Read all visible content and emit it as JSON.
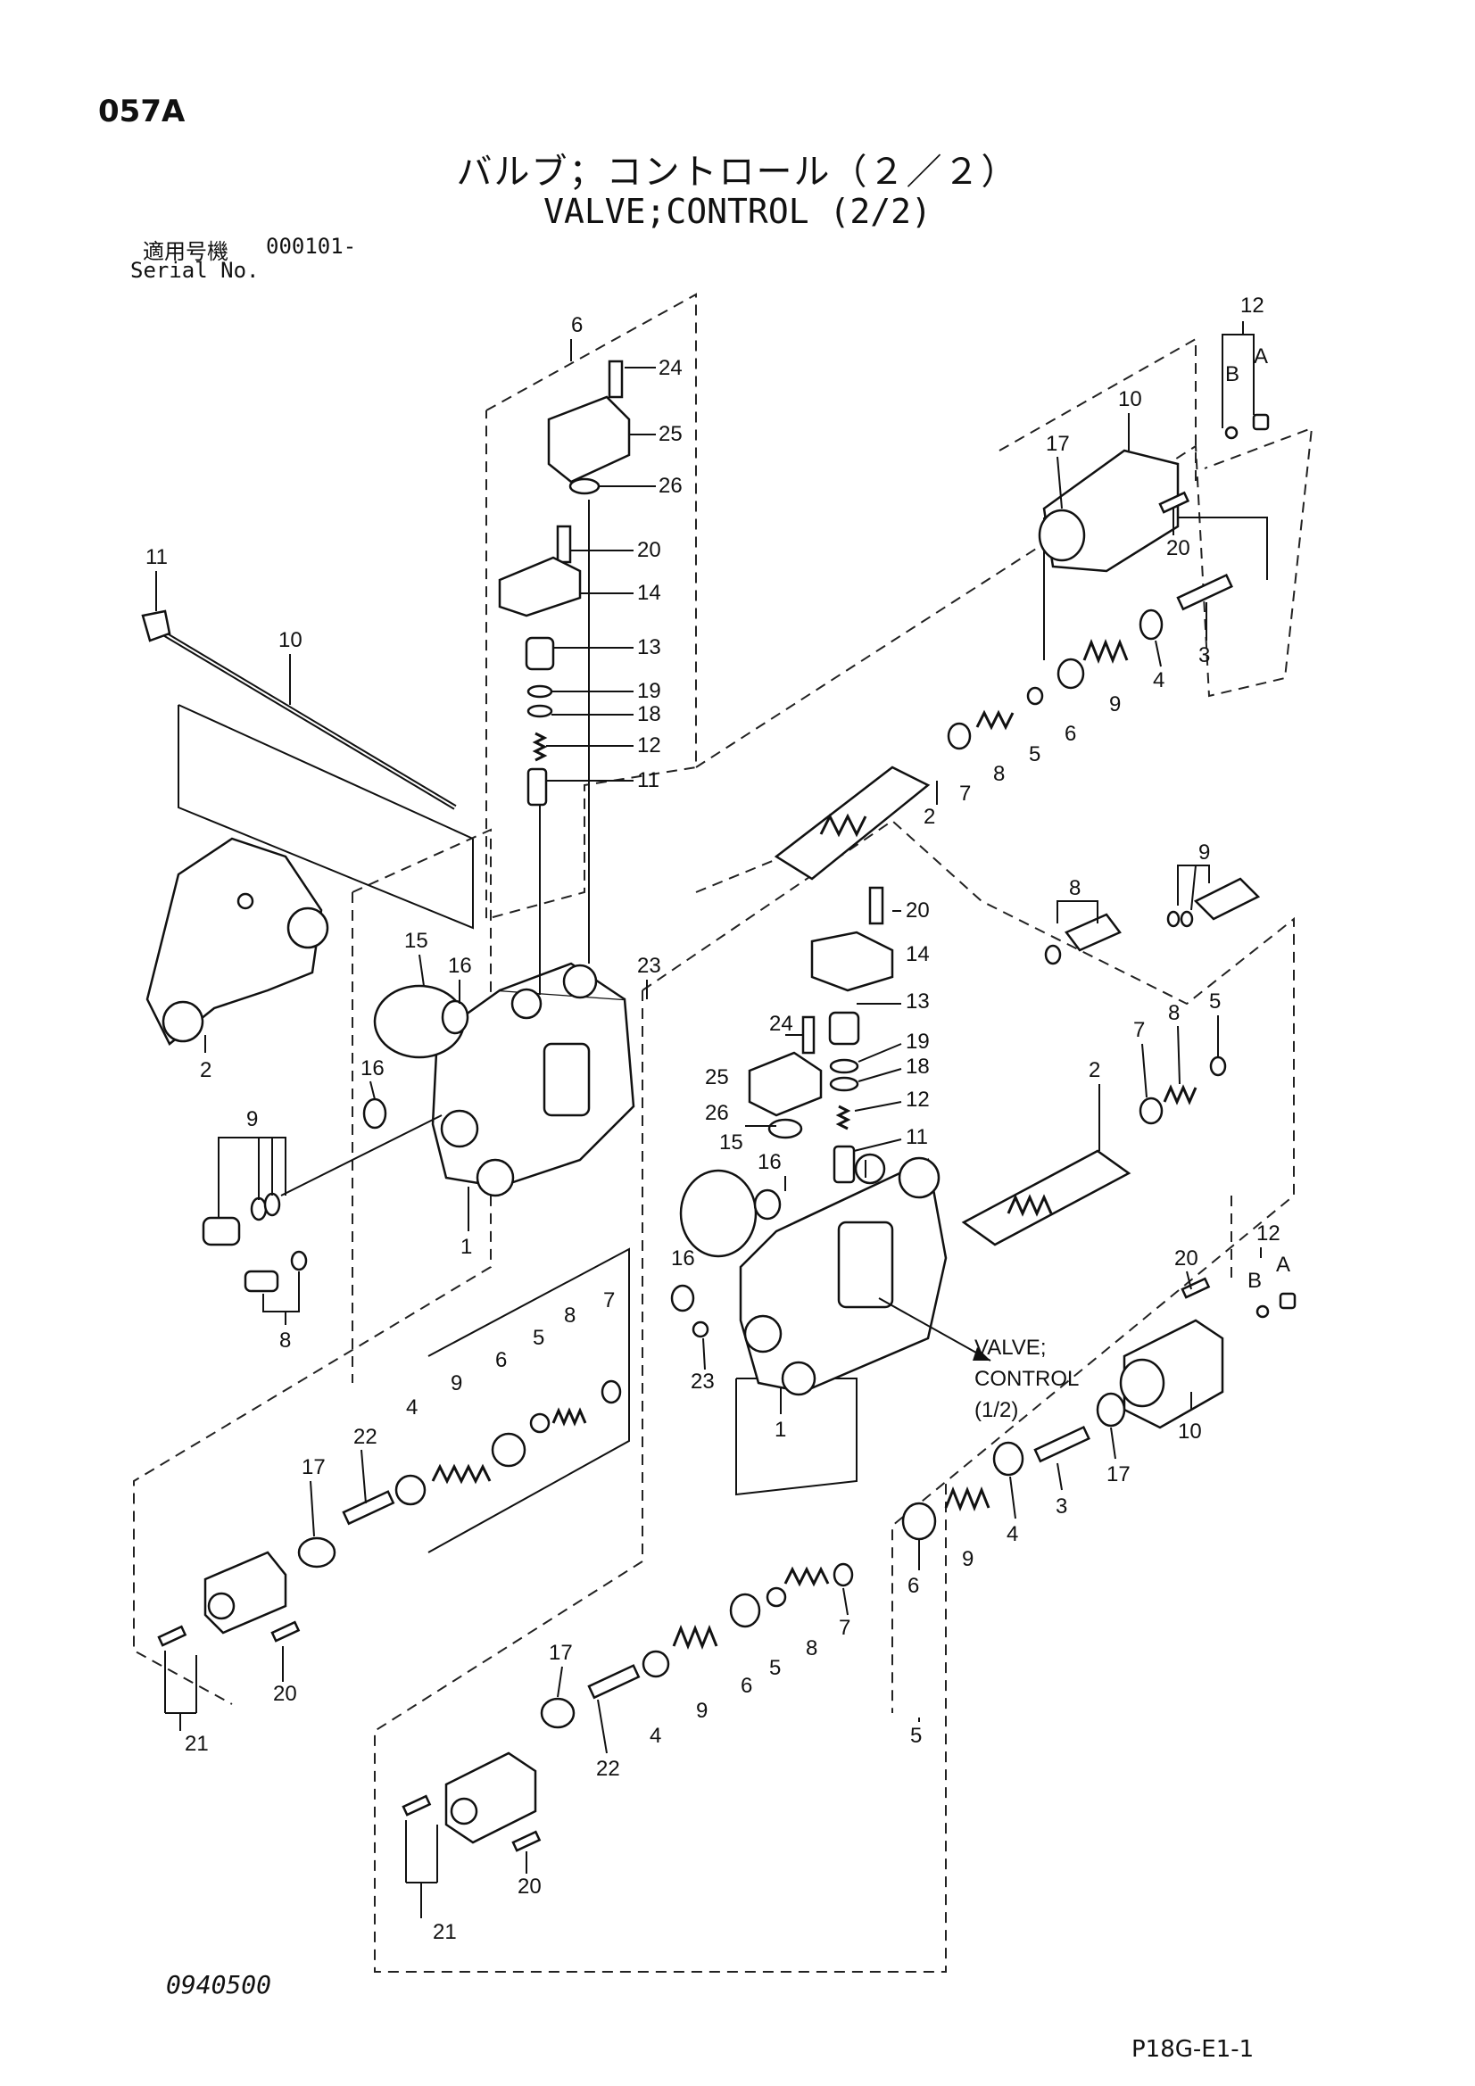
{
  "header": {
    "page_code": "057A",
    "title_jp": "バルブ；コントロール（２／２）",
    "title_en": "VALVE;CONTROL (2/2)",
    "serial_label_jp": "適用号機",
    "serial_value": "000101-",
    "serial_label_en": "Serial No."
  },
  "reference_note": {
    "line1": "VALVE;",
    "line2": "CONTROL",
    "line3": "(1/2)"
  },
  "callouts": {
    "n1": "1",
    "n2": "2",
    "n3": "3",
    "n4": "4",
    "n5": "5",
    "n6": "6",
    "n7": "7",
    "n8": "8",
    "n9": "9",
    "n10": "10",
    "n11": "11",
    "n12": "12",
    "n13": "13",
    "n14": "14",
    "n15": "15",
    "n16": "16",
    "n17": "17",
    "n18": "18",
    "n19": "19",
    "n20": "20",
    "n21": "21",
    "n22": "22",
    "n23": "23",
    "n24": "24",
    "n25": "25",
    "n26": "26",
    "A": "A",
    "B": "B"
  },
  "footer": {
    "doc_code": "0940500",
    "figure_code": "P18G-E1-1"
  }
}
